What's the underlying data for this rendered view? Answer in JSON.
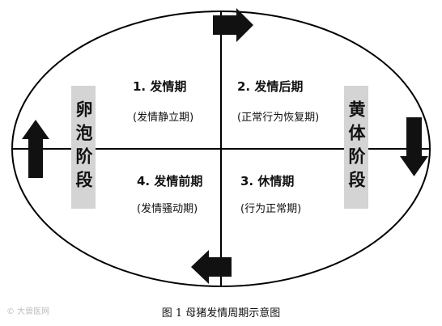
{
  "phases": [
    {
      "title": "1. 发情期",
      "subtitle": "(发情静立期)"
    },
    {
      "title": "2. 发情后期",
      "subtitle": "(正常行为恢复期)"
    },
    {
      "title": "3. 休情期",
      "subtitle": "(行为正常期)"
    },
    {
      "title": "4. 发情前期",
      "subtitle": "(发情骚动期)"
    }
  ],
  "stages": {
    "left": "卵泡阶段",
    "right": "黄体阶段"
  },
  "arrows": {
    "top": "right",
    "right": "down",
    "bottom": "left",
    "left": "up"
  },
  "caption": "图 1  母猪发情周期示意图",
  "watermark": "© 大兽医网"
}
